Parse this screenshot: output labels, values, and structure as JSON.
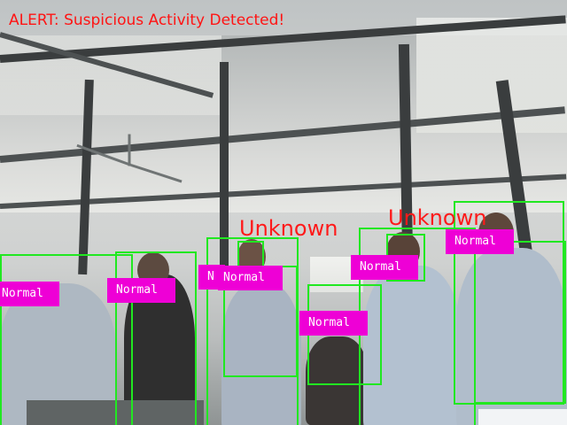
{
  "alert": {
    "text": "ALERT: Suspicious Activity Detected!",
    "color": "#ff1414"
  },
  "colors": {
    "box": "#21e821",
    "tag_bg": "#ee00d6",
    "tag_text": "#ffffff",
    "unknown_text": "#ff1a1a"
  },
  "detections": {
    "tags": [
      {
        "label": "Normal"
      },
      {
        "label": "Normal"
      },
      {
        "label": "N"
      },
      {
        "label": "Normal"
      },
      {
        "label": "Normal"
      },
      {
        "label": "Normal"
      },
      {
        "label": "Normal"
      }
    ],
    "unknowns": [
      {
        "label": "Unknown"
      },
      {
        "label": "Unknown"
      }
    ]
  }
}
